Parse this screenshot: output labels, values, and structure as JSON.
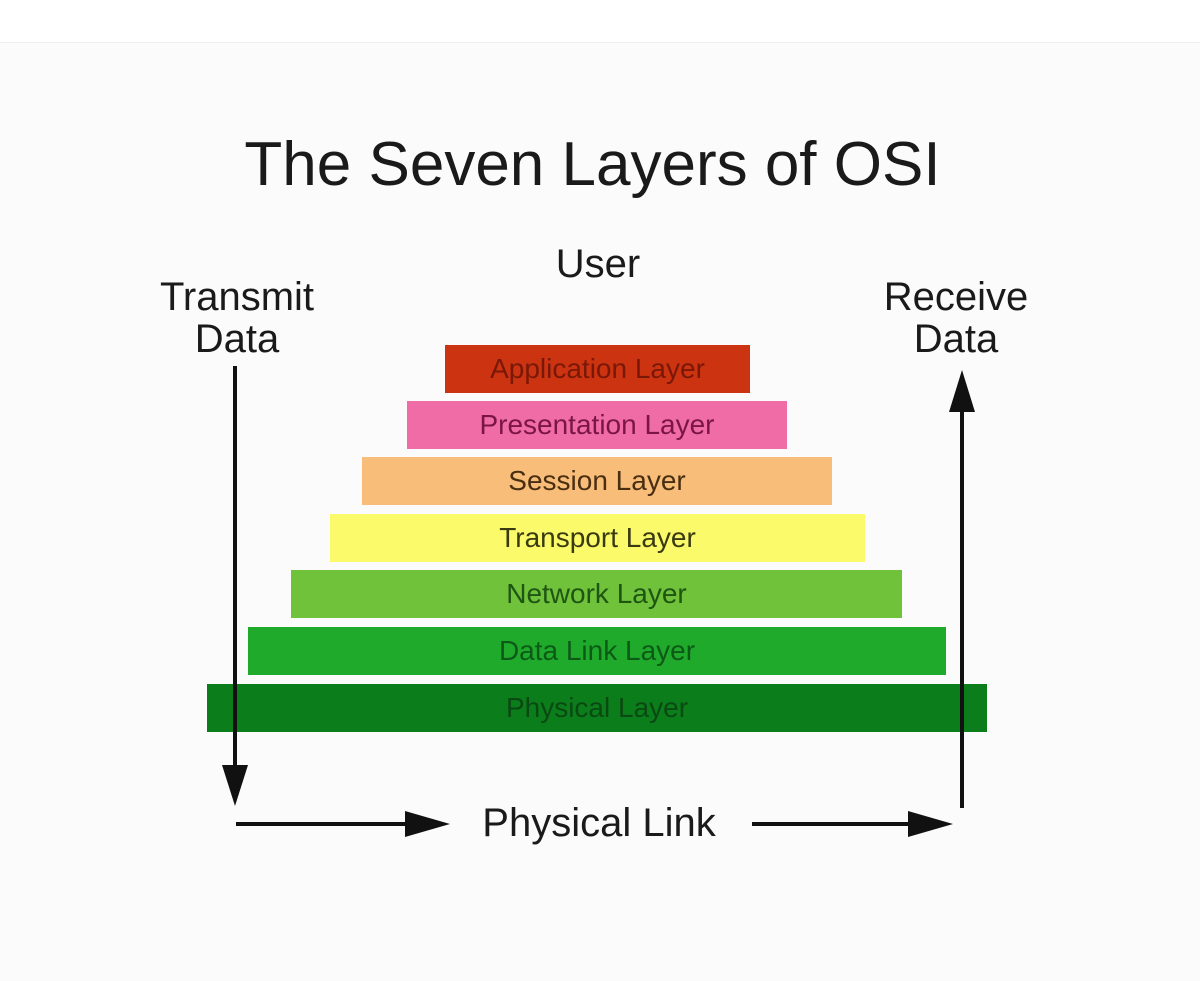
{
  "diagram": {
    "title": "The Seven Layers of OSI",
    "user_label": "User",
    "transmit_label": [
      "Transmit",
      "Data"
    ],
    "receive_label": [
      "Receive",
      "Data"
    ],
    "physical_link_label": "Physical Link",
    "layers": [
      {
        "label": "Application Layer",
        "color": "#cc3311",
        "text_color": "#7a1808"
      },
      {
        "label": "Presentation Layer",
        "color": "#f06ca6",
        "text_color": "#7a1545"
      },
      {
        "label": "Session Layer",
        "color": "#f7bd79",
        "text_color": "#4a2e12"
      },
      {
        "label": "Transport Layer",
        "color": "#fafa6a",
        "text_color": "#3a3a12"
      },
      {
        "label": "Network Layer",
        "color": "#6fc23a",
        "text_color": "#1f5512"
      },
      {
        "label": "Data Link Layer",
        "color": "#1faa2c",
        "text_color": "#0d5a16"
      },
      {
        "label": "Physical Layer",
        "color": "#0c7d1b",
        "text_color": "#094a12"
      }
    ],
    "arrow_color": "#111111"
  }
}
